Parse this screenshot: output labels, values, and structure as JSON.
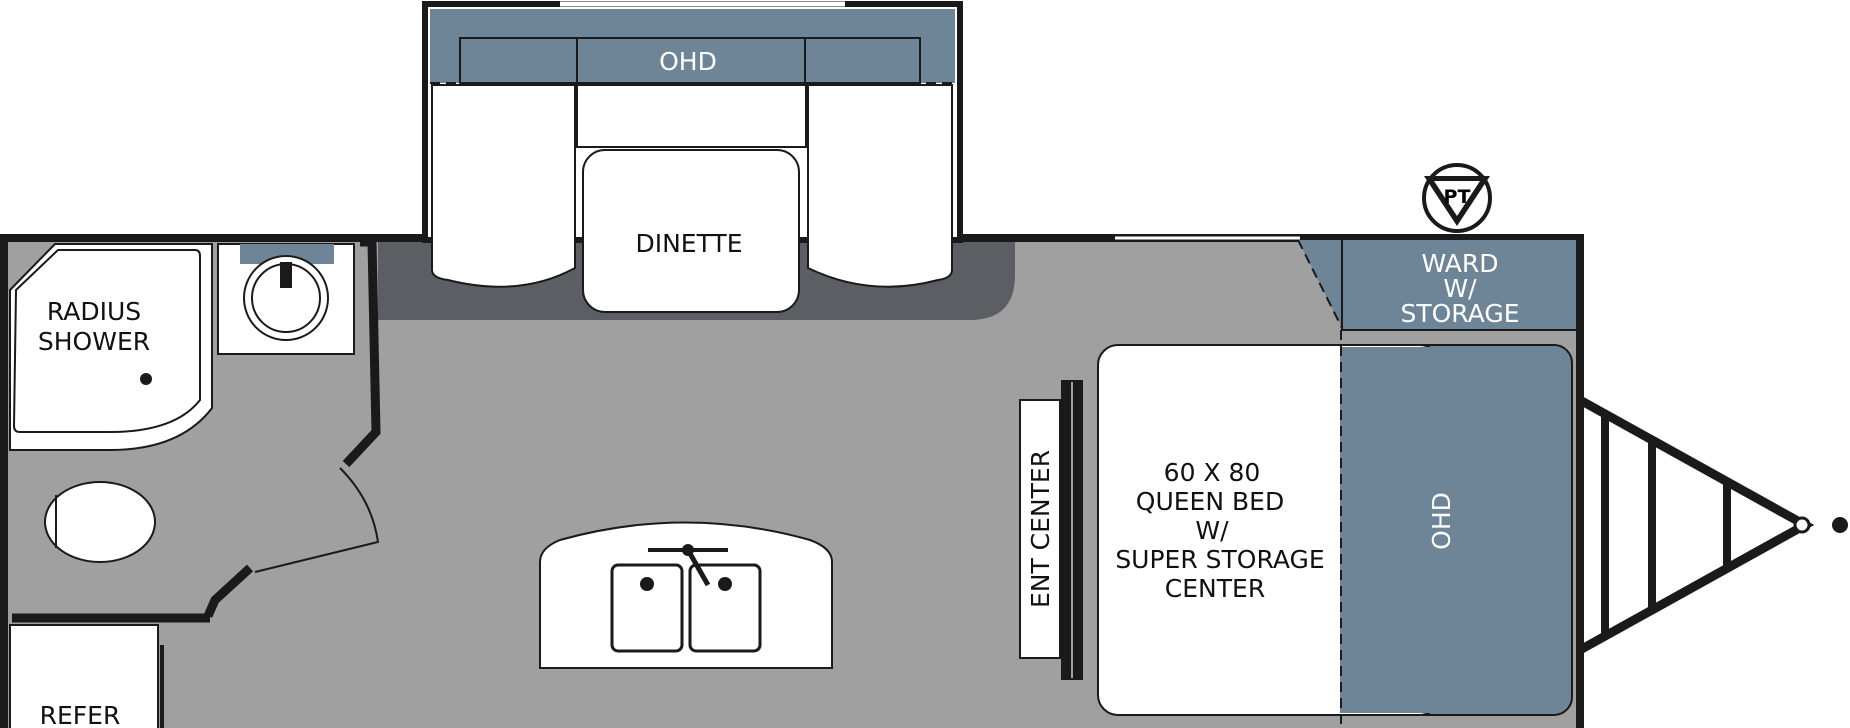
{
  "labels": {
    "ohd_top": "OHD",
    "dinette": "DINETTE",
    "radius_shower": [
      "RADIUS",
      "SHOWER"
    ],
    "refer": "REFER",
    "ward": [
      "WARD",
      "W/",
      "STORAGE"
    ],
    "pt": "PT",
    "queen_bed": [
      "60 X 80",
      "QUEEN BED",
      "W/",
      "SUPER STORAGE",
      "CENTER"
    ],
    "ent_center": "ENT CENTER",
    "ohd_front": "OHD"
  },
  "colors": {
    "floor": "#a0a0a0",
    "slate_blue": "#6d8597",
    "dark_gray": "#5b5f63",
    "wall": "#1a1a1a",
    "fixture": "#ffffff"
  }
}
